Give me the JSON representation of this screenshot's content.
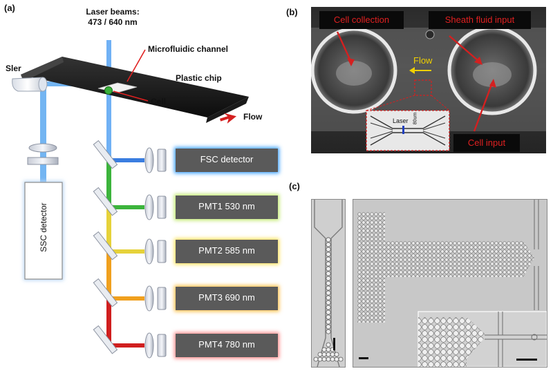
{
  "labels": {
    "panel_a": "(a)",
    "panel_b": "(b)",
    "panel_c": "(c)"
  },
  "diagram_a": {
    "laser_title_line1": "Laser beams:",
    "laser_title_line2": "473 / 640 nm",
    "microfluidic_label": "Microfluidic channel",
    "sler_label": "Sler",
    "chip_label": "Plastic chip",
    "cell_label": "Cell",
    "flow_label": "Flow",
    "ssc_label": "SSC detector",
    "detectors": [
      {
        "label": "FSC detector",
        "glow": "#3aa0ff",
        "beam": "#3a7de0"
      },
      {
        "label": "PMT1 530 nm",
        "glow": "#bfe86a",
        "beam": "#3cb43c"
      },
      {
        "label": "PMT2 585 nm",
        "glow": "#ffe25a",
        "beam": "#e6d23a"
      },
      {
        "label": "PMT3 690 nm",
        "glow": "#ffc04a",
        "beam": "#f0a01e"
      },
      {
        "label": "PMT4 780 nm",
        "glow": "#ff8a8a",
        "beam": "#d01e1e"
      }
    ]
  },
  "photo_b": {
    "cell_collection": "Cell collection",
    "sheath_fluid_input": "Sheath fluid input",
    "flow": "Flow",
    "laser": "Laser",
    "scale": "80um",
    "cell_input": "Cell input"
  },
  "colors": {
    "accent_red": "#e02020",
    "flow_yellow": "#f0d000",
    "detector_box": "#5a5a5a"
  }
}
